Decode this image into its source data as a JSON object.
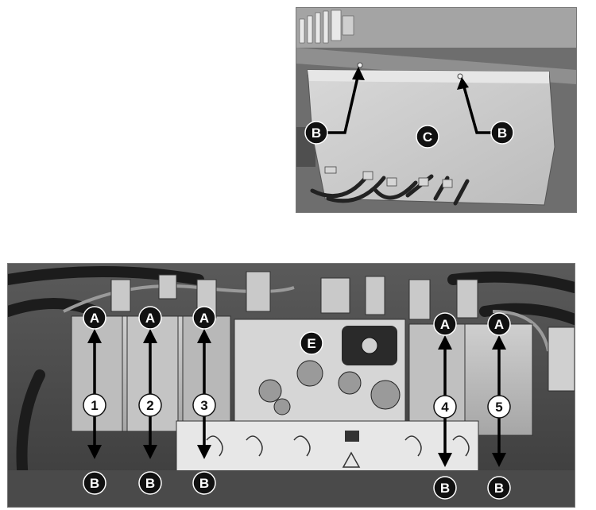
{
  "top_figure": {
    "callouts": {
      "b_left": "B",
      "c": "C",
      "b_right": "B"
    }
  },
  "bottom_figure": {
    "callouts": {
      "a1": "A",
      "a2": "A",
      "a3": "A",
      "a4": "A",
      "a5": "A",
      "b1": "B",
      "b2": "B",
      "b3": "B",
      "b4": "B",
      "b5": "B",
      "e": "E",
      "n1": "1",
      "n2": "2",
      "n3": "3",
      "n4": "4",
      "n5": "5"
    }
  },
  "colors": {
    "dark": "#111111",
    "light": "#ffffff",
    "photo_mid": "#8c8c8c"
  }
}
